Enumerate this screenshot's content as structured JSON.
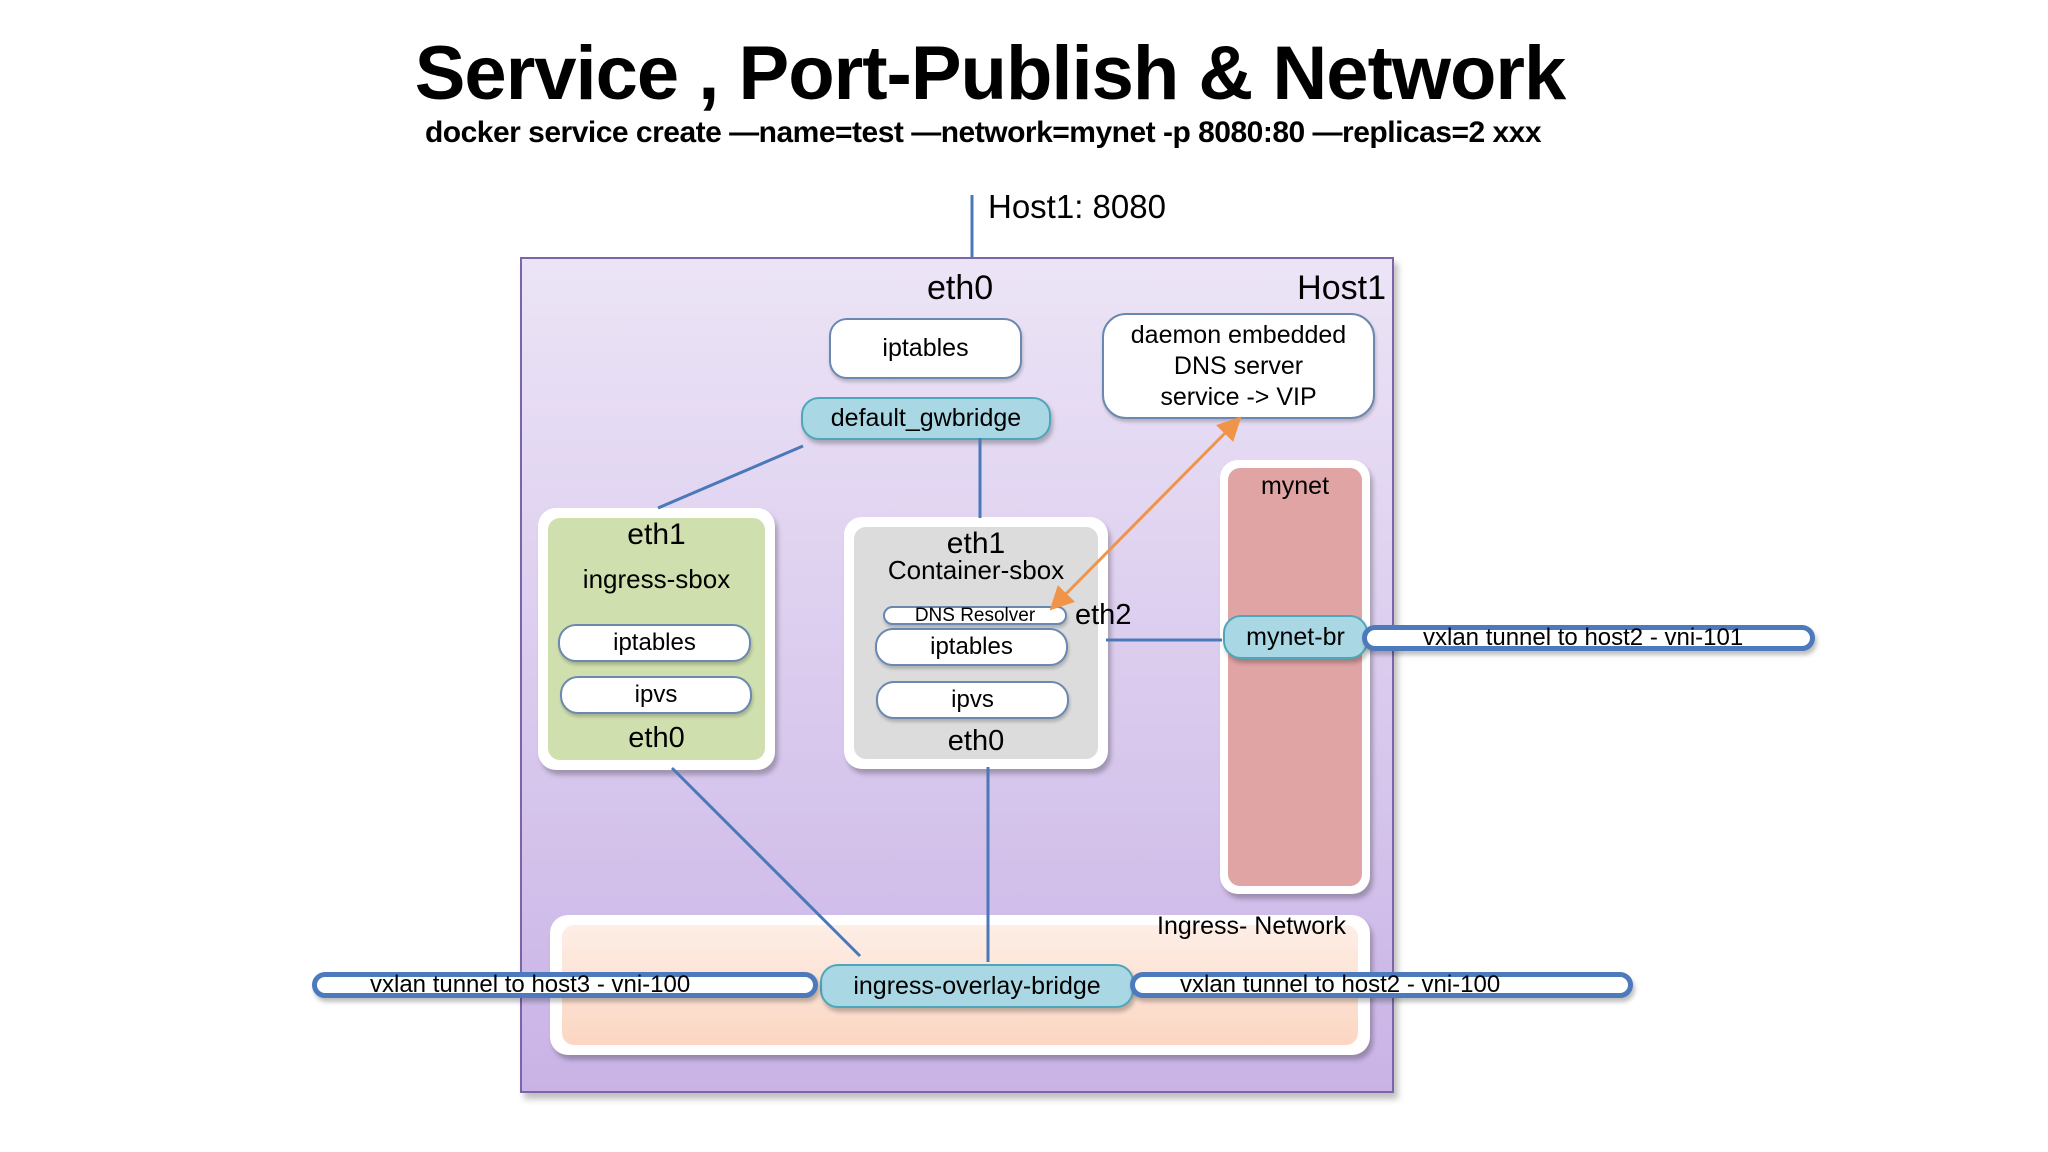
{
  "title": "Service , Port-Publish & Network",
  "subtitle": "docker service create —name=test —network=mynet -p 8080:80 —replicas=2 xxx",
  "host_port_label": "Host1: 8080",
  "host": {
    "label": "Host1",
    "eth0_label": "eth0",
    "iptables_label": "iptables",
    "gwbridge_label": "default_gwbridge",
    "dns_server": {
      "line1": "daemon embedded",
      "line2": "DNS server",
      "line3": "service -> VIP"
    }
  },
  "ingress_sbox": {
    "title": "ingress-sbox",
    "eth1_label": "eth1",
    "eth0_label": "eth0",
    "iptables_label": "iptables",
    "ipvs_label": "ipvs"
  },
  "container_sbox": {
    "title": "Container-sbox",
    "eth1_label": "eth1",
    "eth0_label": "eth0",
    "eth2_label": "eth2",
    "dns_resolver_label": "DNS Resolver",
    "iptables_label": "iptables",
    "ipvs_label": "ipvs"
  },
  "mynet": {
    "label": "mynet",
    "bridge_label": "mynet-br",
    "tunnel_label": "vxlan tunnel to host2 - vni-101"
  },
  "ingress_network": {
    "label": "Ingress- Network",
    "bridge_label": "ingress-overlay-bridge",
    "tunnel_left_label": "vxlan tunnel to host3 - vni-100",
    "tunnel_right_label": "vxlan tunnel to host2 - vni-100"
  },
  "colors": {
    "host_bg_top": "#ece4f6",
    "host_bg_bottom": "#c9b3e6",
    "host_border": "#7b64a8",
    "ingress_sbox_fill": "#cfdfae",
    "container_sbox_fill": "#dcdcdc",
    "mynet_fill": "#e0a4a4",
    "ingress_network_fill": "#fcdccb",
    "bridge_fill": "#a9d7e3",
    "tunnel_border": "#4d7abd",
    "link_line": "#4a78b8",
    "dns_arrow": "#f0944a"
  }
}
